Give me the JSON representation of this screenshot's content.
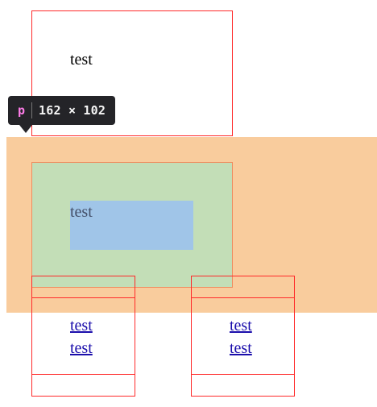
{
  "tooltip": {
    "tag": "p",
    "dimensions": "162 × 102"
  },
  "top_box": {
    "text": "test"
  },
  "highlighted_box": {
    "text": "test"
  },
  "left_column": {
    "link_1": "test",
    "link_2": "test"
  },
  "right_column": {
    "link_1": "test",
    "link_2": "test"
  },
  "colors": {
    "outline": "#ff2a2a",
    "margin_overlay": "#f9cc9d",
    "padding_overlay": "#c3deb7",
    "content_overlay": "#a0c5e8",
    "tooltip_bg": "#242428",
    "tooltip_tag": "#ff7de9",
    "link": "#1a0dab"
  }
}
